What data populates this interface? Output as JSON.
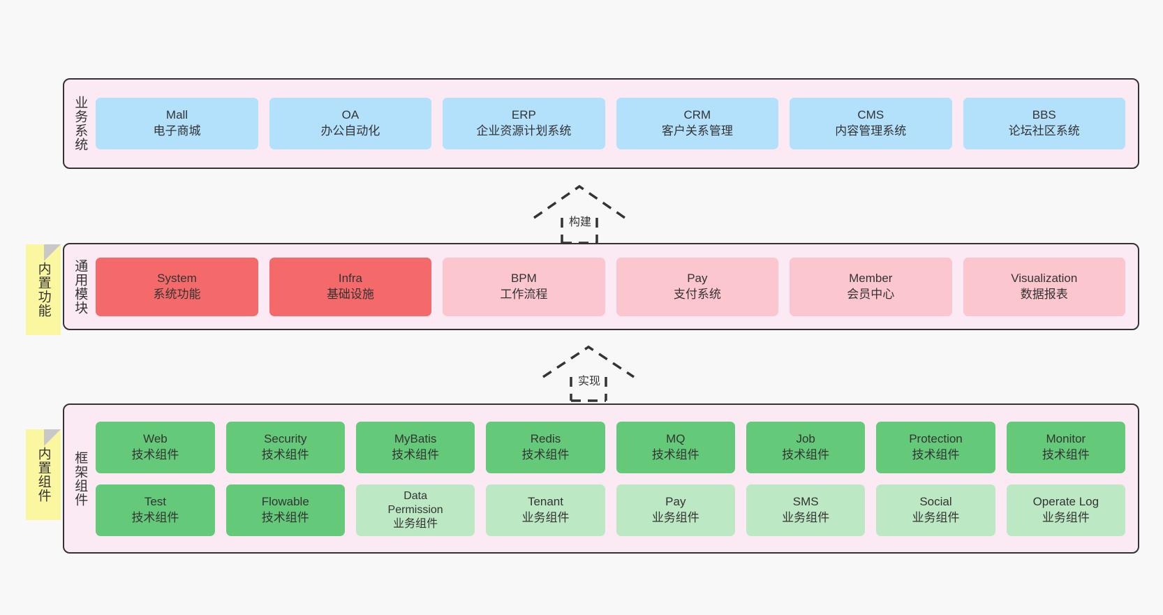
{
  "diagram": {
    "background_color": "#f8f8f8",
    "band_fill": "#fbeaf4",
    "band_border": "#333333",
    "note_fill": "#fbf7a0"
  },
  "layers": [
    {
      "id": "business-systems",
      "title": "业务系统",
      "accent": "#b3e0fb",
      "rows": [
        [
          {
            "name": "Mall",
            "desc": "电子商城",
            "style": "c-blue"
          },
          {
            "name": "OA",
            "desc": "办公自动化",
            "style": "c-blue"
          },
          {
            "name": "ERP",
            "desc": "企业资源计划系统",
            "style": "c-blue"
          },
          {
            "name": "CRM",
            "desc": "客户关系管理",
            "style": "c-blue"
          },
          {
            "name": "CMS",
            "desc": "内容管理系统",
            "style": "c-blue"
          },
          {
            "name": "BBS",
            "desc": "论坛社区系统",
            "style": "c-blue"
          }
        ]
      ]
    },
    {
      "id": "common-modules",
      "title": "通用模块",
      "note": "内置功能",
      "accent": "#f46a6a",
      "rows": [
        [
          {
            "name": "System",
            "desc": "系统功能",
            "style": "c-red"
          },
          {
            "name": "Infra",
            "desc": "基础设施",
            "style": "c-red"
          },
          {
            "name": "BPM",
            "desc": "工作流程",
            "style": "c-pink"
          },
          {
            "name": "Pay",
            "desc": "支付系统",
            "style": "c-pink"
          },
          {
            "name": "Member",
            "desc": "会员中心",
            "style": "c-pink"
          },
          {
            "name": "Visualization",
            "desc": "数据报表",
            "style": "c-pink"
          }
        ]
      ]
    },
    {
      "id": "framework-components",
      "title": "框架组件",
      "note": "内置组件",
      "accent": "#64ca79",
      "rows": [
        [
          {
            "name": "Web",
            "desc": "技术组件",
            "style": "c-green"
          },
          {
            "name": "Security",
            "desc": "技术组件",
            "style": "c-green"
          },
          {
            "name": "MyBatis",
            "desc": "技术组件",
            "style": "c-green"
          },
          {
            "name": "Redis",
            "desc": "技术组件",
            "style": "c-green"
          },
          {
            "name": "MQ",
            "desc": "技术组件",
            "style": "c-green"
          },
          {
            "name": "Job",
            "desc": "技术组件",
            "style": "c-green"
          },
          {
            "name": "Protection",
            "desc": "技术组件",
            "style": "c-green"
          },
          {
            "name": "Monitor",
            "desc": "技术组件",
            "style": "c-green"
          }
        ],
        [
          {
            "name": "Test",
            "desc": "技术组件",
            "style": "c-green"
          },
          {
            "name": "Flowable",
            "desc": "技术组件",
            "style": "c-green"
          },
          {
            "name": "Data",
            "name2": "Permission",
            "desc": "业务组件",
            "style": "c-lightgreen"
          },
          {
            "name": "Tenant",
            "desc": "业务组件",
            "style": "c-lightgreen"
          },
          {
            "name": "Pay",
            "desc": "业务组件",
            "style": "c-lightgreen"
          },
          {
            "name": "SMS",
            "desc": "业务组件",
            "style": "c-lightgreen"
          },
          {
            "name": "Social",
            "desc": "业务组件",
            "style": "c-lightgreen"
          },
          {
            "name": "Operate Log",
            "desc": "业务组件",
            "style": "c-lightgreen"
          }
        ]
      ]
    }
  ],
  "connectors": [
    {
      "id": "build",
      "label": "构建",
      "from": "common-modules",
      "to": "business-systems"
    },
    {
      "id": "implement",
      "label": "实现",
      "from": "framework-components",
      "to": "common-modules"
    }
  ]
}
